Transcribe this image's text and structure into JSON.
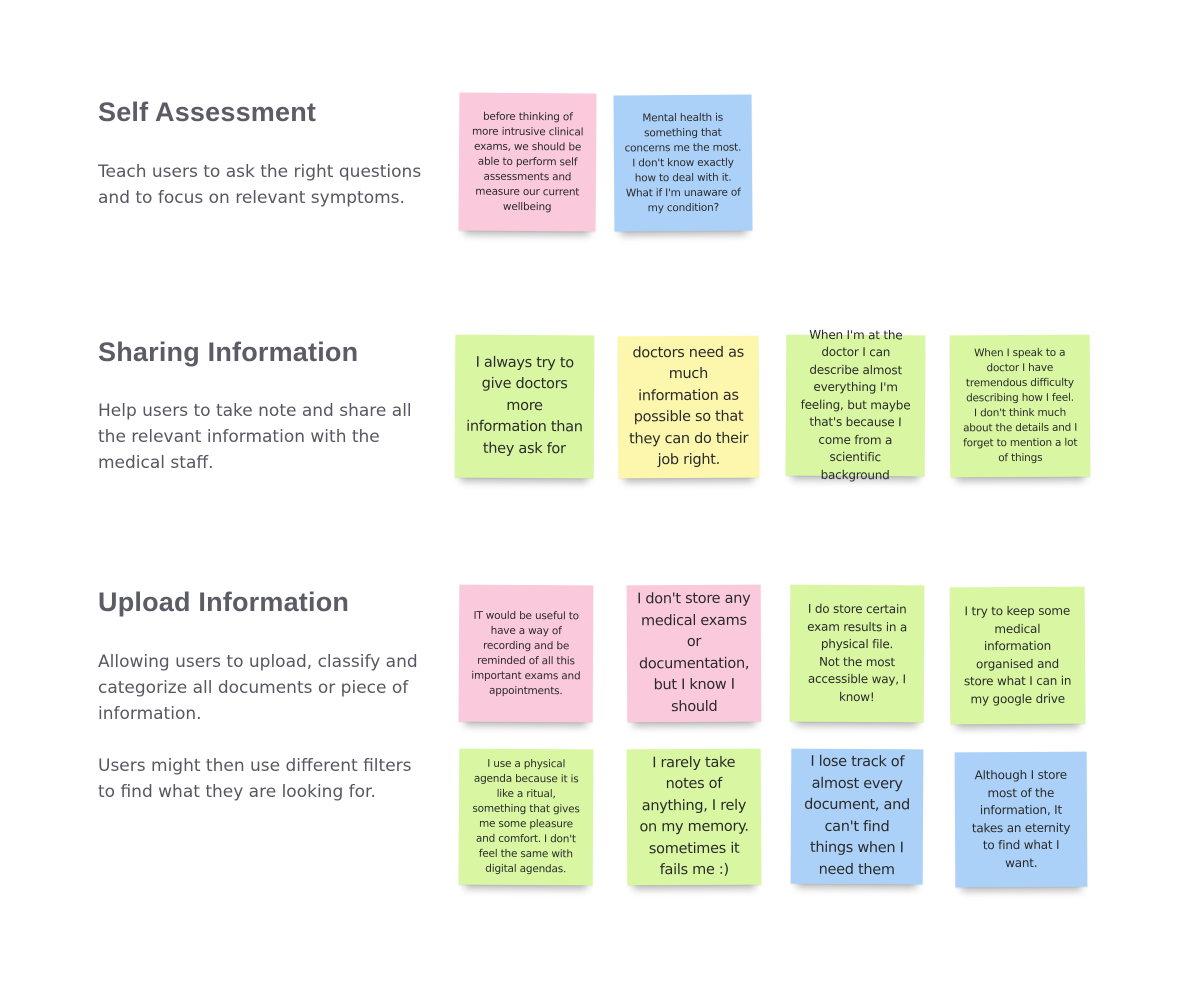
{
  "colors": {
    "pink": "#fbc9dc",
    "blue": "#acd1f8",
    "green": "#d9f7a2",
    "yellow": "#fcf7ad",
    "heading": "#5b5c66",
    "body_text": "#565761"
  },
  "sections": [
    {
      "title": "Self Assessment",
      "description": [
        "Teach users to ask the right questions and to focus on relevant symptoms."
      ],
      "notes": [
        {
          "color": "pink",
          "text": "before thinking of more intrusive clinical exams, we should be able to perform self assessments and measure our current wellbeing"
        },
        {
          "color": "blue",
          "text": "Mental health is something that concerns me the most. I don't know exactly how to deal with it.\nWhat if I'm unaware of my condition?"
        }
      ]
    },
    {
      "title": "Sharing Information",
      "description": [
        "Help users to take note and share all the relevant information with the medical staff."
      ],
      "notes": [
        {
          "color": "green",
          "text": "I always try to give doctors more information than they ask for"
        },
        {
          "color": "yellow",
          "text": "doctors need as much information as possible so that they can do their job right."
        },
        {
          "color": "green",
          "text": "When I'm at the doctor I can describe almost everything I'm feeling, but maybe that's because I come from a scientific background"
        },
        {
          "color": "green",
          "text": "When I speak to a doctor I have tremendous difficulty describing how I feel.\nI don't think much about the details and I forget to mention a lot of things"
        }
      ]
    },
    {
      "title": "Upload Information",
      "description": [
        "Allowing users to upload, classify and categorize all documents or piece of information.",
        "Users might then use different filters to find what they are looking for."
      ],
      "notes": [
        {
          "color": "pink",
          "text": "IT would be useful to have a way of recording and be reminded of all this important exams and appointments."
        },
        {
          "color": "pink",
          "text": "I don't store any medical exams or documentation, but I know I should"
        },
        {
          "color": "green",
          "text": "I do store certain exam results in a physical file.\nNot the most accessible way, I know!"
        },
        {
          "color": "green",
          "text": "I try to keep some medical information organised and  store what I can in my google drive"
        },
        {
          "color": "green",
          "text": "I use a physical agenda because it is  like a ritual, something that gives me some pleasure and comfort. I don't feel the same with digital agendas."
        },
        {
          "color": "green",
          "text": "I rarely take notes of anything, I rely on my memory. sometimes it fails me :)"
        },
        {
          "color": "blue",
          "text": "I lose track of almost every document, and can't find things when I need them"
        },
        {
          "color": "blue",
          "text": "Although I store most of the information, It takes an eternity to find what I want."
        }
      ]
    }
  ]
}
